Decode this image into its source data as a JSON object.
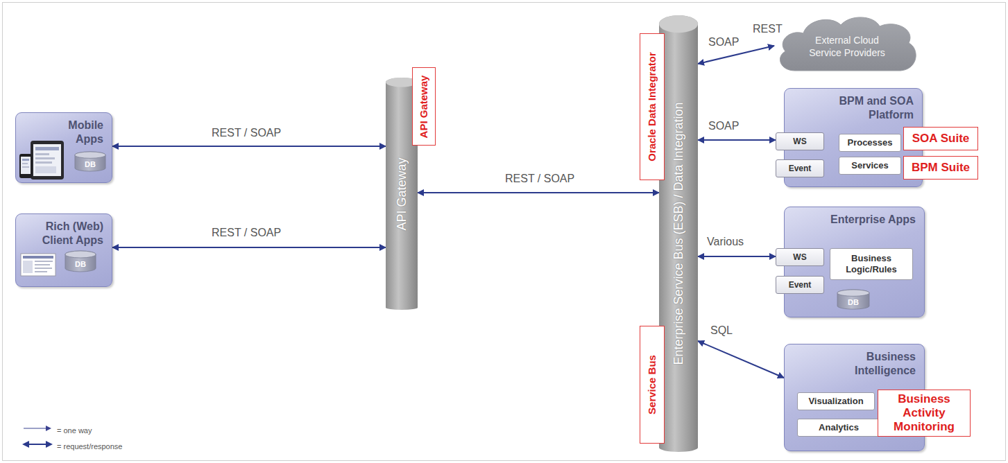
{
  "diagram": {
    "nodes": [
      {
        "text": [
          "Mobile Apps"
        ]
      },
      {
        "text": [
          "DB"
        ],
        "in": 0
      },
      {
        "text": [
          "Rich (Web) Client Apps"
        ]
      },
      {
        "text": [
          "DB"
        ],
        "in": 2
      },
      {
        "text": [
          "API Gateway"
        ]
      },
      {
        "text": [
          "API Gateway"
        ]
      },
      {
        "text": [
          "Enterprise Service Bus (ESB) / Data Integration"
        ]
      },
      {
        "text": [
          "Oracle Data Integrator"
        ]
      },
      {
        "text": [
          "Service Bus"
        ]
      },
      {
        "text": [
          "External Cloud Service Providers"
        ]
      },
      {
        "text": [
          "BPM and SOA Platform"
        ]
      },
      {
        "text": [
          "WS"
        ],
        "in": 10
      },
      {
        "text": [
          "Processes"
        ],
        "in": 10
      },
      {
        "text": [
          "Event"
        ],
        "in": 10
      },
      {
        "text": [
          "Services"
        ],
        "in": 10
      },
      {
        "text": [
          "SOA Suite"
        ]
      },
      {
        "text": [
          "BPM Suite"
        ]
      },
      {
        "text": [
          "Enterprise Apps"
        ]
      },
      {
        "text": [
          "WS"
        ],
        "in": 17
      },
      {
        "text": [
          "Business Logic/Rules"
        ],
        "in": 17
      },
      {
        "text": [
          "Event"
        ],
        "in": 17
      },
      {
        "text": [
          "DB"
        ],
        "in": 17
      },
      {
        "text": [
          "Business Intelligence"
        ]
      },
      {
        "text": [
          "Visualization"
        ],
        "in": 22
      },
      {
        "text": [
          "Analytics"
        ],
        "in": 22
      },
      {
        "text": [
          "Business Activity Monitoring"
        ]
      }
    ],
    "edges": [
      {
        "from": 0,
        "to": 4,
        "arrow": "both",
        "label": "REST / SOAP"
      },
      {
        "from": 2,
        "to": 4,
        "arrow": "both",
        "label": "REST / SOAP"
      },
      {
        "from": 4,
        "to": 6,
        "arrow": "both",
        "label": "REST / SOAP"
      },
      {
        "from": 6,
        "to": 9,
        "arrow": "both",
        "label": "SOAP"
      },
      {
        "from": 6,
        "to": 11,
        "arrow": "both",
        "label": "SOAP"
      },
      {
        "from": 6,
        "to": 18,
        "arrow": "both",
        "label": "Various"
      },
      {
        "from": 6,
        "to": 22,
        "arrow": "both",
        "label": "SQL"
      }
    ],
    "labels": [
      "REST"
    ],
    "legend": [
      {
        "text": "= one way"
      },
      {
        "text": "= request/response"
      }
    ]
  }
}
